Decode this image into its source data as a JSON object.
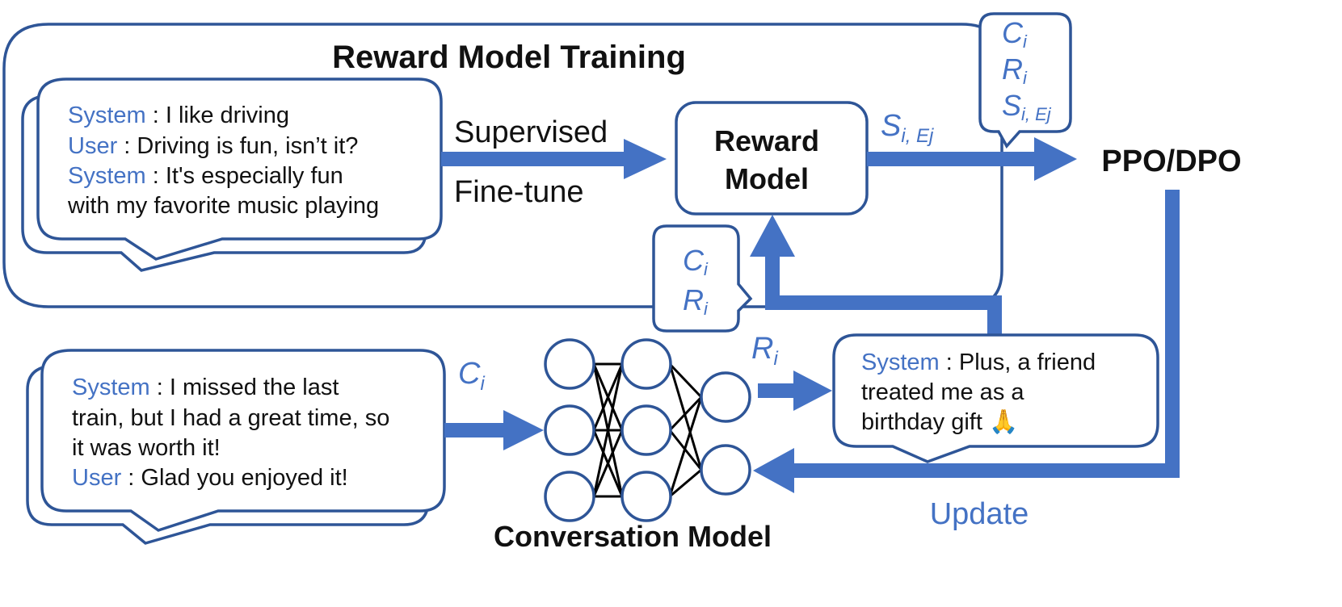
{
  "title": "Reward Model Training",
  "training": {
    "bubble_lines": [
      {
        "speaker": "System",
        "text": " : I like driving"
      },
      {
        "speaker": "User",
        "text": " : Driving is fun, isn’t it?"
      },
      {
        "speaker": "System",
        "text": " : It's especially fun"
      },
      {
        "speaker": "",
        "text": "with my favorite music playing"
      }
    ],
    "arrow_label_top": "Supervised",
    "arrow_label_bottom": "Fine-tune"
  },
  "reward_model": {
    "line1": "Reward",
    "line2": "Model"
  },
  "score_label": {
    "base": "S",
    "sub": "i, Ej"
  },
  "output_tooltip": {
    "c": {
      "base": "C",
      "sub": "i"
    },
    "r": {
      "base": "R",
      "sub": "i"
    },
    "s": {
      "base": "S",
      "sub": "i, Ej"
    }
  },
  "input_tooltip": {
    "c": {
      "base": "C",
      "sub": "i"
    },
    "r": {
      "base": "R",
      "sub": "i"
    }
  },
  "ppo_label": "PPO/DPO",
  "context": {
    "bubble_lines": [
      {
        "speaker": "System",
        "text": " : I missed the last"
      },
      {
        "speaker": "",
        "text": "train, but I had a great time, so"
      },
      {
        "speaker": "",
        "text": "it was worth it!"
      },
      {
        "speaker": "User",
        "text": " : Glad you enjoyed it!"
      }
    ],
    "arrow_label": {
      "base": "C",
      "sub": "i"
    }
  },
  "response_label": {
    "base": "R",
    "sub": "i"
  },
  "response": {
    "bubble_lines": [
      {
        "speaker": "System",
        "text": " : Plus, a friend"
      },
      {
        "speaker": "",
        "text": "treated me as a"
      },
      {
        "speaker": "",
        "text": "birthday gift 🙏"
      }
    ]
  },
  "update_label": "Update",
  "conversation_model_label": "Conversation Model",
  "colors": {
    "accent": "#4472c4",
    "border": "#2e5597",
    "text": "#111111"
  }
}
